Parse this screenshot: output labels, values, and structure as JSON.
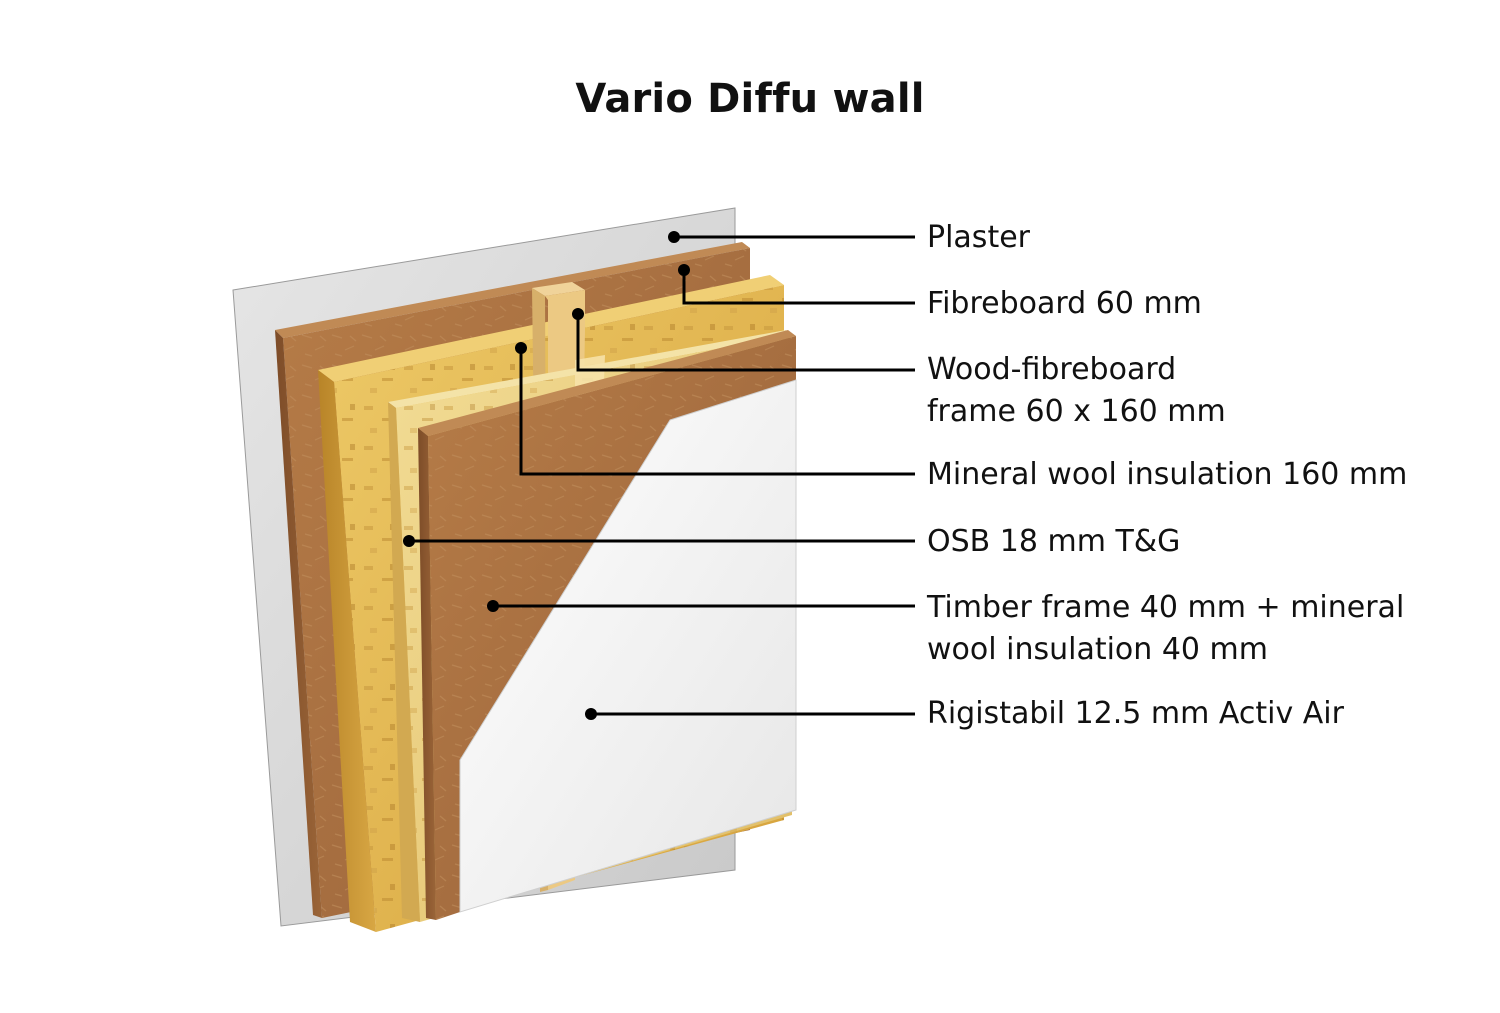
{
  "title": "Vario Diffu wall",
  "layers": [
    {
      "label": "Plaster"
    },
    {
      "label": "Fibreboard 60 mm"
    },
    {
      "label": "Wood-fibreboard",
      "label2": "frame 60 x 160 mm"
    },
    {
      "label": "Mineral wool insulation 160 mm"
    },
    {
      "label": "OSB 18 mm T&G"
    },
    {
      "label": "Timber frame 40 mm + mineral",
      "label2": "wool insulation 40 mm"
    },
    {
      "label": "Rigistabil 12.5 mm Activ Air"
    }
  ],
  "colors": {
    "plaster": "#d9d9d9",
    "fibreboard": "#a8703f",
    "mineral_wool": "#e3b64c",
    "osb": "#e7c878",
    "board": "#f2f2f2",
    "leader": "#000000"
  }
}
